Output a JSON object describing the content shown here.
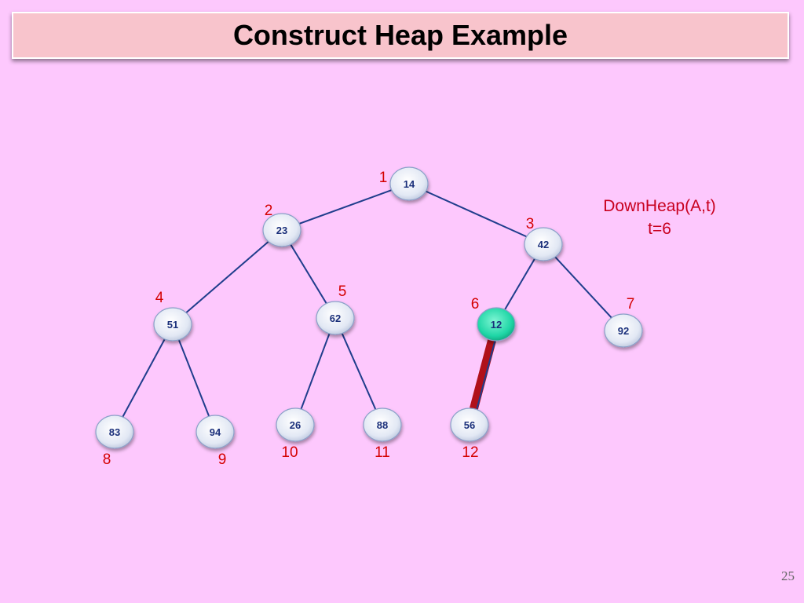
{
  "slide": {
    "title": "Construct Heap Example",
    "page_number": "25"
  },
  "annotation": {
    "line1": "DownHeap(A,t)",
    "line2": "t=6"
  },
  "colors": {
    "background": "#fdc8fd",
    "title_bar": "#f8c4cc",
    "node_fill": "#dfe6f3",
    "node_text": "#1a2f7a",
    "edge": "#1f3d8c",
    "highlight_node": "#1fd6a6",
    "highlight_edge": "#b0101a",
    "index_text": "#d40000"
  },
  "heap": {
    "highlighted_index": 6,
    "highlighted_edge": [
      6,
      12
    ],
    "nodes": [
      {
        "index": "1",
        "value": "14"
      },
      {
        "index": "2",
        "value": "23"
      },
      {
        "index": "3",
        "value": "42"
      },
      {
        "index": "4",
        "value": "51"
      },
      {
        "index": "5",
        "value": "62"
      },
      {
        "index": "6",
        "value": "12"
      },
      {
        "index": "7",
        "value": "92"
      },
      {
        "index": "8",
        "value": "83"
      },
      {
        "index": "9",
        "value": "94"
      },
      {
        "index": "10",
        "value": "26"
      },
      {
        "index": "11",
        "value": "88"
      },
      {
        "index": "12",
        "value": "56"
      }
    ]
  }
}
